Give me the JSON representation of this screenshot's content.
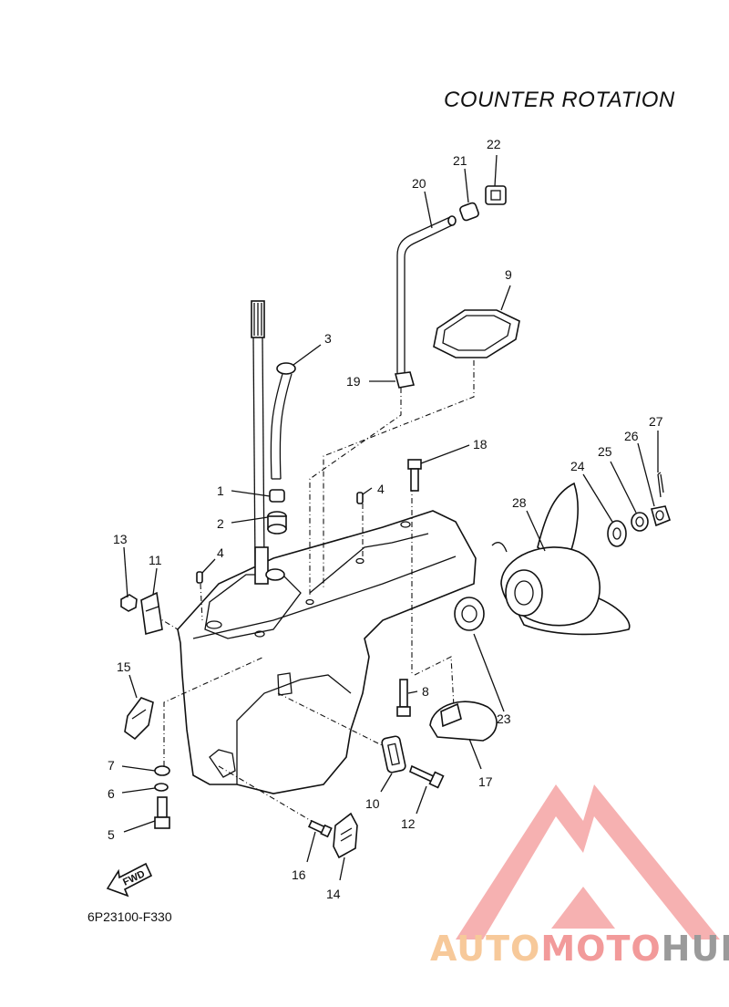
{
  "title": "COUNTER  ROTATION",
  "diagram_code": "6P23100-F330",
  "fwd_label": "FWD",
  "watermark": {
    "part1": "AUTO",
    "part2": "MOTO",
    "part3": "HUB"
  },
  "colors": {
    "watermark_orange": "#f7c99a",
    "watermark_red": "#f29a9a",
    "watermark_gray": "#9a9a9a",
    "line": "#111111"
  },
  "callouts": {
    "c1": "1",
    "c2": "2",
    "c3": "3",
    "c4a": "4",
    "c4b": "4",
    "c5": "5",
    "c6": "6",
    "c7": "7",
    "c8": "8",
    "c9": "9",
    "c10": "10",
    "c11": "11",
    "c12": "12",
    "c13": "13",
    "c14": "14",
    "c15": "15",
    "c16": "16",
    "c17": "17",
    "c18": "18",
    "c19": "19",
    "c20": "20",
    "c21": "21",
    "c22": "22",
    "c23": "23",
    "c24": "24",
    "c25": "25",
    "c26": "26",
    "c27": "27",
    "c28": "28"
  }
}
